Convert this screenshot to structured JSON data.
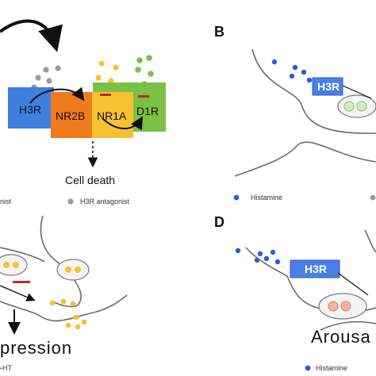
{
  "panel_a": {
    "receptors": [
      "H3R",
      "NR2B",
      "NR1A",
      "D1R"
    ],
    "outcome": "Cell death"
  },
  "panel_b": {
    "letter": "B",
    "receptor": "H3R",
    "legend_histamine": "Histamine"
  },
  "panel_c": {
    "legend_antagonist_partial": "nist",
    "legend_h3r_antagonist": "H3R antagonist",
    "outcome_partial": "pression",
    "legend_5ht_partial": "-HT"
  },
  "panel_d": {
    "letter": "D",
    "receptor": "H3R",
    "outcome_partial": "Arousa",
    "legend_histamine": "Histamine"
  },
  "colors": {
    "h3r_blue": "#3f7fe0",
    "nr2b_orange": "#f07a1e",
    "nr1a_yellow": "#f7c131",
    "d1r_green": "#7ac143",
    "histamine_dot": "#2a5fd6",
    "antagonist_dot": "#9a9a9a",
    "inhibit_red": "#c0282d"
  }
}
